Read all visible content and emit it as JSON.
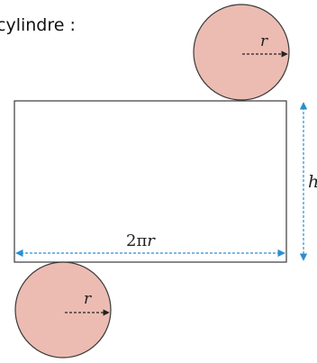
{
  "heading": "cylindre :",
  "labels": {
    "top_radius": "r",
    "bottom_radius": "r",
    "height": "h",
    "circumference_coef": "2π",
    "circumference_var": "r"
  },
  "colors": {
    "disc_fill": "#ECBCB2",
    "outline": "#3a3a3a",
    "dimension_arrow": "#2A8FD1",
    "radius_arrow": "#222222"
  }
}
